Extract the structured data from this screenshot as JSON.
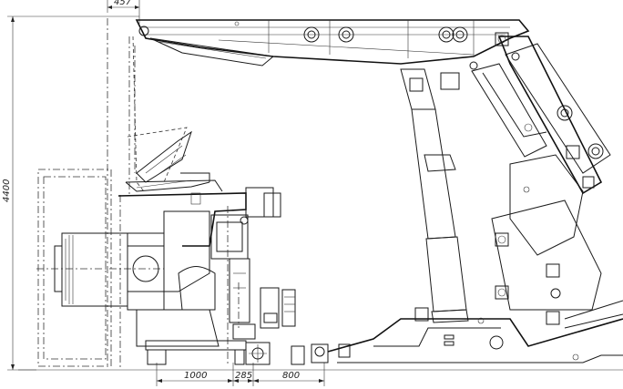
{
  "dimensions": {
    "top_width": "457",
    "overall_height": "4400",
    "bottom_1": "1000",
    "bottom_2": "285",
    "bottom_3": "800"
  }
}
